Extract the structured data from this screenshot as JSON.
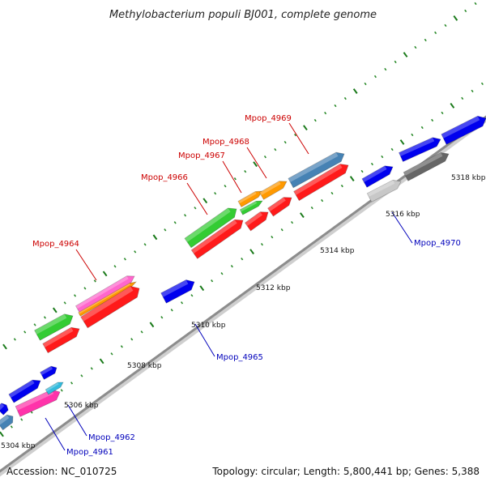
{
  "title": "Methylobacterium populi BJ001, complete genome",
  "footer": {
    "accession": "Accession: NC_010725",
    "summary": "Topology: circular; Length: 5,800,441 bp; Genes: 5,388"
  },
  "colors": {
    "backbone": "#8c8c8c",
    "forward_label": "#cc0000",
    "reverse_label": "#0000bb",
    "tick_major": "#1a7a1a",
    "tick_minor": "#2a8a2a"
  },
  "ticks": [
    {
      "label": "5304 kbp"
    },
    {
      "label": "5306 kbp"
    },
    {
      "label": "5308 kbp"
    },
    {
      "label": "5310 kbp"
    },
    {
      "label": "5312 kbp"
    },
    {
      "label": "5314 kbp"
    },
    {
      "label": "5316 kbp"
    },
    {
      "label": "5318 kbp"
    }
  ],
  "gene_labels": [
    {
      "name": "Mpop_4969",
      "strand": "forward"
    },
    {
      "name": "Mpop_4968",
      "strand": "forward"
    },
    {
      "name": "Mpop_4967",
      "strand": "forward"
    },
    {
      "name": "Mpop_4966",
      "strand": "forward"
    },
    {
      "name": "Mpop_4964",
      "strand": "forward"
    },
    {
      "name": "Mpop_4970",
      "strand": "reverse"
    },
    {
      "name": "Mpop_4965",
      "strand": "reverse"
    },
    {
      "name": "Mpop_4962",
      "strand": "reverse"
    },
    {
      "name": "Mpop_4961",
      "strand": "reverse"
    }
  ],
  "features": [
    {
      "name": "feature-green-4966",
      "color": "#33cc33"
    },
    {
      "name": "feature-red-4966-lower",
      "color": "#ff1a1a"
    },
    {
      "name": "feature-orange-4967",
      "color": "#ff9900"
    },
    {
      "name": "feature-green-4967",
      "color": "#33cc33"
    },
    {
      "name": "feature-red-4967-lower",
      "color": "#ff1a1a"
    },
    {
      "name": "feature-orange-4968",
      "color": "#ff9900"
    },
    {
      "name": "feature-red-4968-lower",
      "color": "#ff1a1a"
    },
    {
      "name": "feature-steelblue-4969",
      "color": "#4682b4"
    },
    {
      "name": "feature-red-4969-lower",
      "color": "#ff1a1a"
    },
    {
      "name": "feature-pink-4964",
      "color": "#ff66cc"
    },
    {
      "name": "feature-orange-4964",
      "color": "#ff9900"
    },
    {
      "name": "feature-red-4964-lower",
      "color": "#ff1a1a"
    },
    {
      "name": "feature-green-4963",
      "color": "#33cc33"
    },
    {
      "name": "feature-red-4963-lower",
      "color": "#ff1a1a"
    },
    {
      "name": "feature-blue-4965",
      "color": "#0000ee"
    },
    {
      "name": "feature-blue-4970",
      "color": "#0000ee"
    },
    {
      "name": "feature-gray-4970",
      "color": "#c8c8c8"
    },
    {
      "name": "feature-blue-4971",
      "color": "#0000ee"
    },
    {
      "name": "feature-darkgray-4971",
      "color": "#666666"
    },
    {
      "name": "feature-blue-4972",
      "color": "#0000ee"
    },
    {
      "name": "feature-magenta-4961",
      "color": "#ff33aa"
    },
    {
      "name": "feature-blue-4962",
      "color": "#0000ee"
    },
    {
      "name": "feature-cyan-4962",
      "color": "#33bbdd"
    },
    {
      "name": "feature-blue-4962b",
      "color": "#0000ee"
    },
    {
      "name": "feature-blue-4960",
      "color": "#0000ee"
    },
    {
      "name": "feature-steelblue-4960",
      "color": "#4682b4"
    }
  ]
}
